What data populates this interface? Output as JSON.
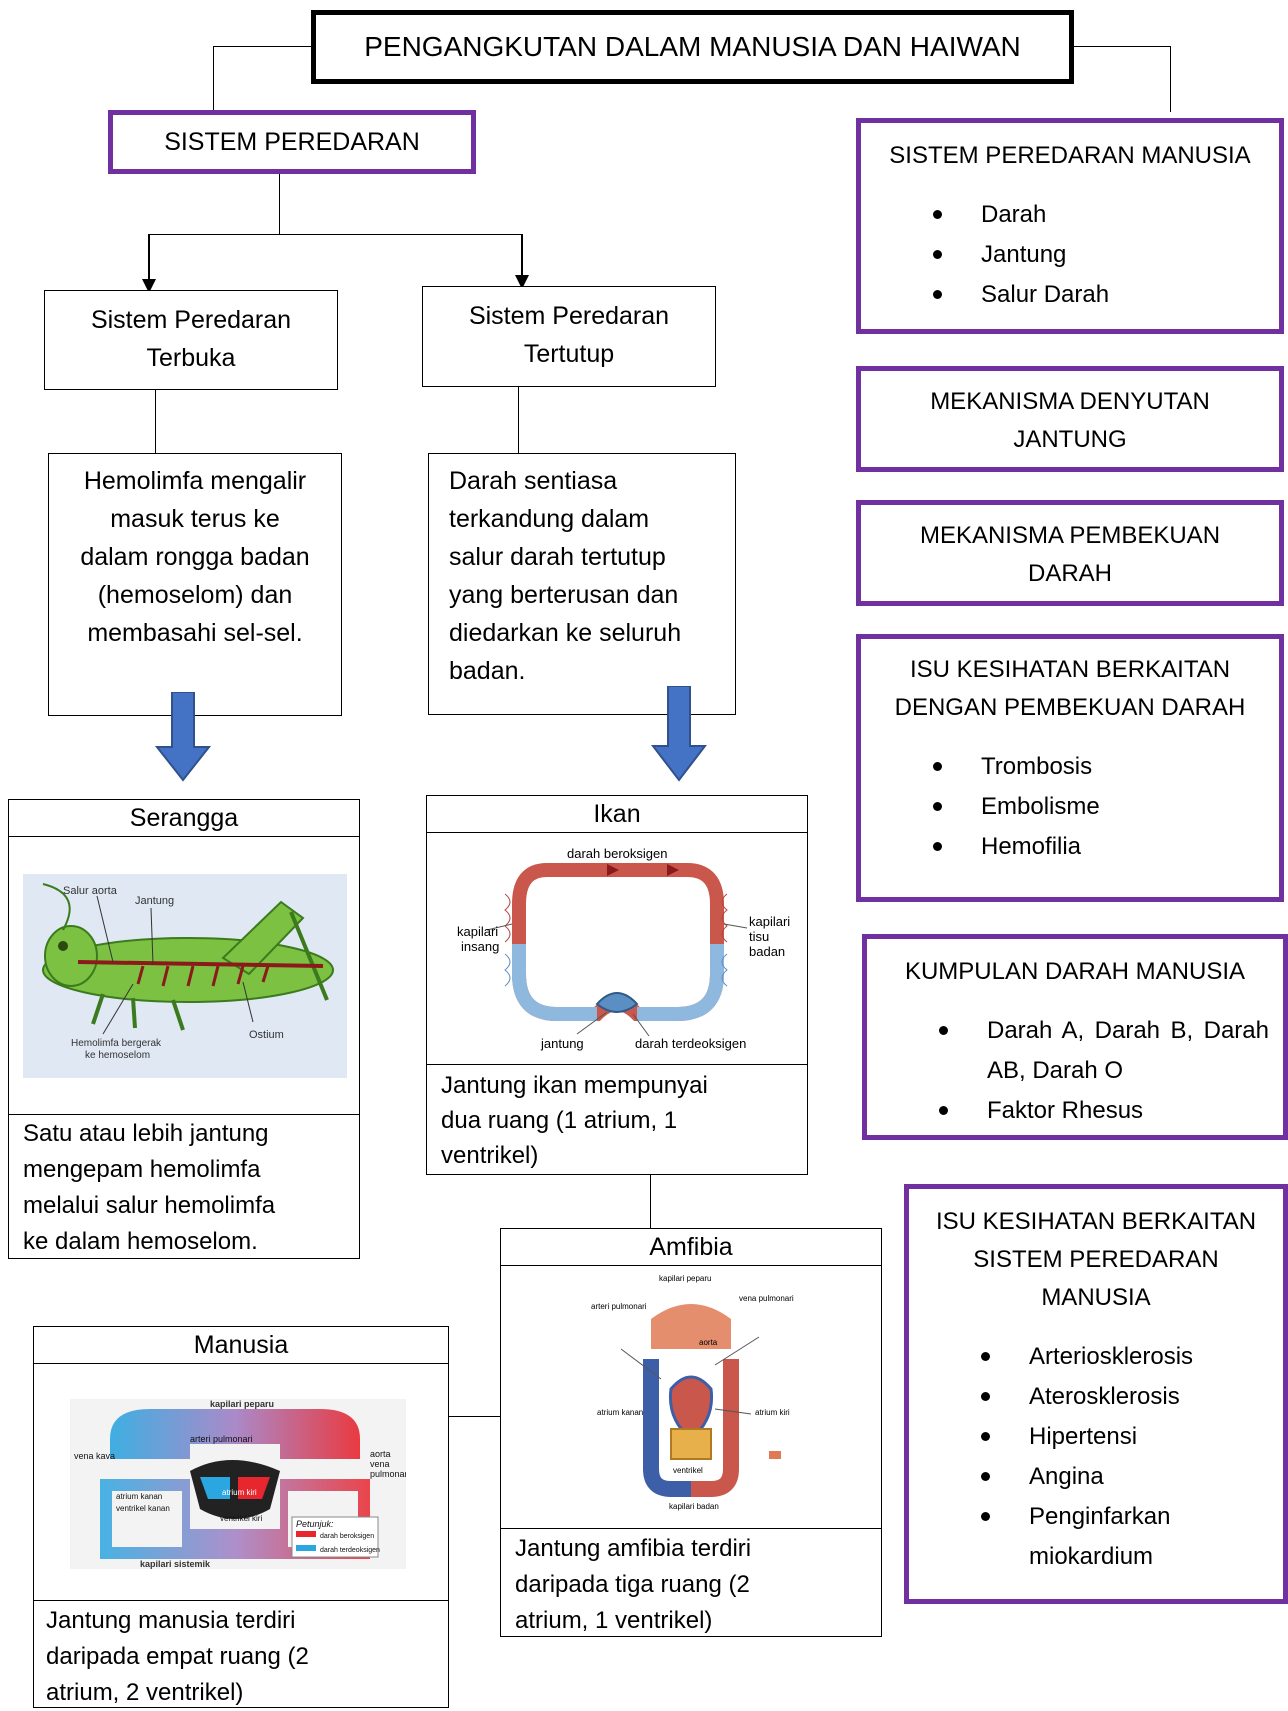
{
  "title": "PENGANGKUTAN DALAM MANUSIA DAN HAIWAN",
  "left_header": "SISTEM PEREDARAN",
  "open_system": {
    "label_l1": "Sistem Peredaran",
    "label_l2": "Terbuka",
    "desc": [
      "Hemolimfa mengalir",
      "masuk terus ke",
      "dalam rongga badan",
      "(hemoselom) dan",
      "membasahi sel-sel."
    ]
  },
  "closed_system": {
    "label_l1": "Sistem Peredaran",
    "label_l2": "Tertutup",
    "desc": [
      "Darah sentiasa",
      "terkandung dalam",
      "salur darah tertutup",
      "yang berterusan dan",
      "diedarkan ke seluruh",
      "badan."
    ]
  },
  "serangga": {
    "title": "Serangga",
    "labels": {
      "aorta": "Salur aorta",
      "jantung": "Jantung",
      "hemolimfa_l1": "Hemolimfa bergerak",
      "hemolimfa_l2": "ke hemoselom",
      "ostium": "Ostium"
    },
    "caption": [
      " Satu atau lebih jantung",
      "mengepam hemolimfa",
      "melalui salur hemolimfa",
      "ke dalam hemoselom."
    ]
  },
  "ikan": {
    "title": "Ikan",
    "labels": {
      "oxy": "darah beroksigen",
      "kap_insang_l1": "kapilari",
      "kap_insang_l2": "insang",
      "kap_tisu_l1": "kapilari",
      "kap_tisu_l2": "tisu",
      "kap_tisu_l3": "badan",
      "jantung": "jantung",
      "deoxy": "darah terdeoksigen"
    },
    "caption": [
      " Jantung ikan mempunyai",
      "dua ruang (1 atrium, 1",
      "ventrikel)"
    ]
  },
  "amfibia": {
    "title": "Amfibia",
    "labels": {
      "kap_peparu": "kapilari peparu",
      "arteri": "arteri pulmonari",
      "vena": "vena pulmonari",
      "aorta": "aorta",
      "atrium_kiri": "atrium kiri",
      "atrium_kanan": "atrium kanan",
      "ventrikel": "ventrikel",
      "kap_badan": "kapilari badan"
    },
    "caption": [
      " Jantung amfibia terdiri",
      "daripada tiga ruang (2",
      "atrium, 1 ventrikel)"
    ]
  },
  "manusia": {
    "title": "Manusia",
    "labels": {
      "kap_peparu": "kapilari peparu",
      "arteri": "arteri pulmonari",
      "vena_kava": "vena kava",
      "aorta": "aorta",
      "vena_pul_l1": "vena",
      "vena_pul_l2": "pulmonari",
      "atrium_kanan": "atrium kanan",
      "ventrikel_kanan": "ventrikel kanan",
      "atrium_kiri": "atrium kiri",
      "ventrikel_kiri": "ventrikel kiri",
      "petunjuk": "Petunjuk:",
      "legend_red": "darah beroksigen",
      "legend_blue": "darah terdeoksigen",
      "kap_sistemik": "kapilari sistemik"
    },
    "caption": [
      " Jantung manusia terdiri",
      "daripada empat ruang (2",
      "atrium, 2 ventrikel)"
    ]
  },
  "right_boxes": {
    "sistem_manusia": {
      "title": "SISTEM PEREDARAN MANUSIA",
      "items": [
        "Darah",
        "Jantung",
        "Salur Darah"
      ]
    },
    "denyutan": [
      "MEKANISMA DENYUTAN",
      "JANTUNG"
    ],
    "pembekuan": [
      "MEKANISMA PEMBEKUAN",
      "DARAH"
    ],
    "isu_pembekuan": {
      "title": [
        "ISU KESIHATAN BERKAITAN",
        "DENGAN PEMBEKUAN DARAH"
      ],
      "items": [
        "Trombosis",
        "Embolisme",
        "Hemofilia"
      ]
    },
    "kumpulan": {
      "title": "KUMPULAN DARAH MANUSIA",
      "items": [
        "Darah A, Darah B, Darah AB, Darah O",
        "Faktor Rhesus"
      ]
    },
    "isu_sistem": {
      "title": [
        "ISU KESIHATAN BERKAITAN",
        "SISTEM PEREDARAN",
        "MANUSIA"
      ],
      "items": [
        "Arteriosklerosis",
        "Aterosklerosis",
        "Hipertensi",
        "Angina",
        "Penginfarkan miokardium"
      ]
    }
  },
  "colors": {
    "purple": "#7030a0",
    "arrow_blue": "#4472c4",
    "oxygenated": "#d9534f",
    "deoxygenated": "#5b9bd5"
  }
}
